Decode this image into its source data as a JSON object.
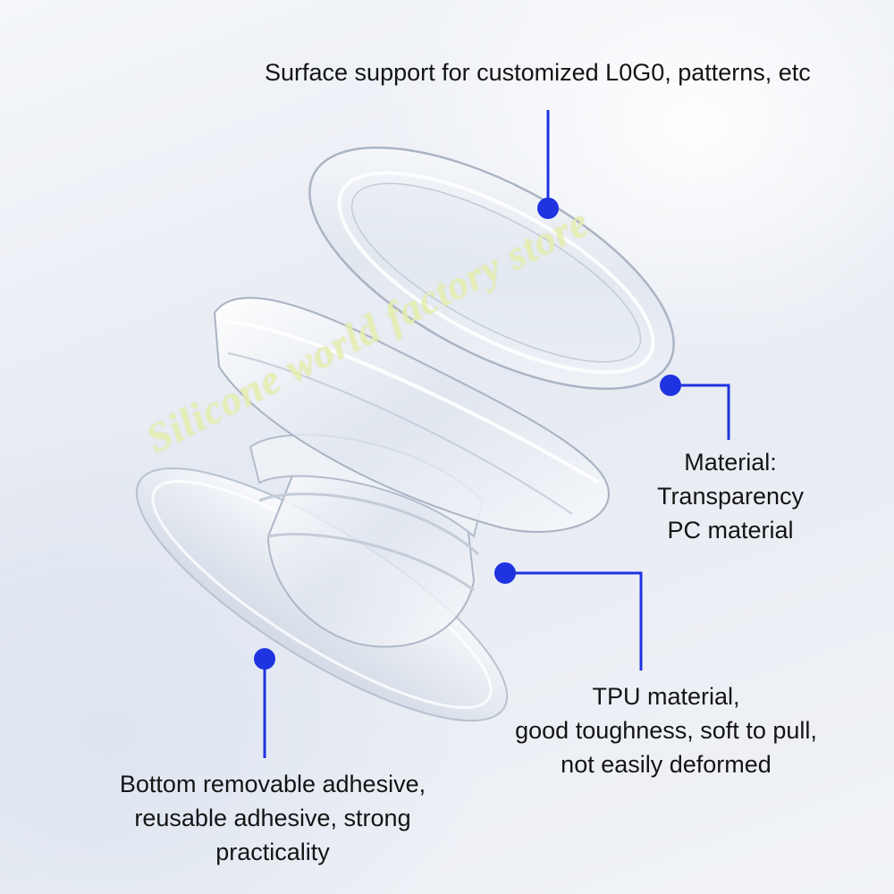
{
  "captions": {
    "surface": "Surface support for customized L0G0, patterns, etc",
    "material_pc": [
      "Material:",
      "Transparency",
      "PC material"
    ],
    "tpu": [
      "TPU material,",
      "good toughness, soft to pull,",
      "not easily deformed"
    ],
    "adhesive": [
      "Bottom removable adhesive,",
      "reusable adhesive, strong",
      "practicality"
    ]
  },
  "watermark": "Silicone world factory store",
  "colors": {
    "callout_blue": "#1f33e0",
    "text": "#141414",
    "watermark": "#e8f0af"
  }
}
